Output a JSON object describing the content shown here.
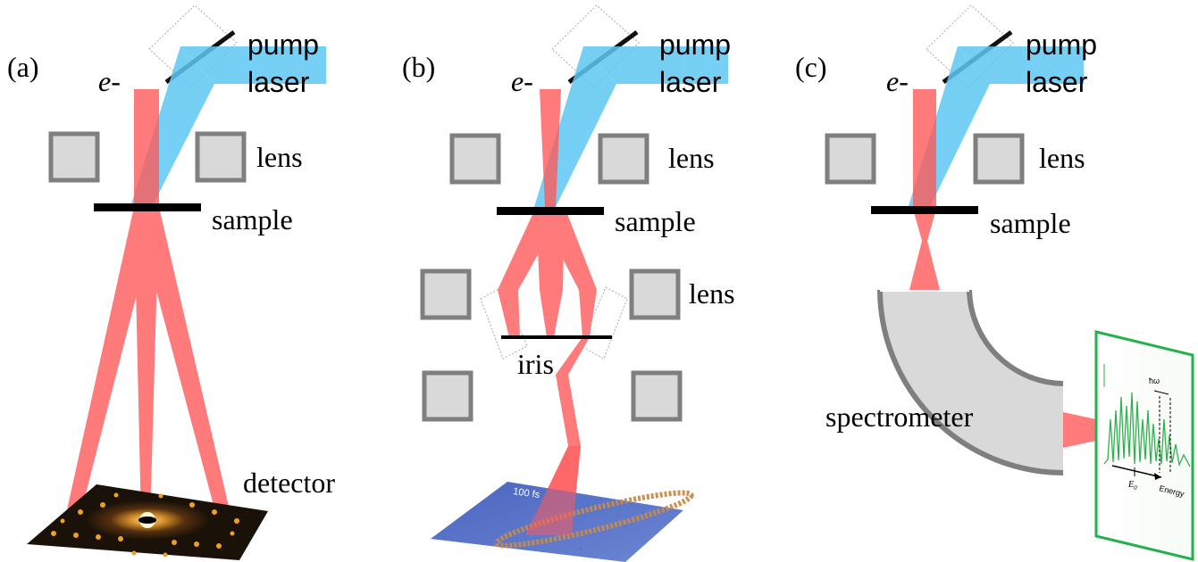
{
  "colors": {
    "electron_beam": "#ff5a5a",
    "laser_beam": "#5ec7f2",
    "lens_fill": "#d9d9d9",
    "lens_stroke": "#7f7f7f",
    "sample": "#000000",
    "spectrum_frame": "#22b14c",
    "spectrum_line": "#2eb24c",
    "diffraction_bg": "#1a1208",
    "diffraction_spot": "#f0a020",
    "image_bg": "#5a78c8"
  },
  "panels": [
    {
      "id": "a",
      "tag": "(a)",
      "electron": "e",
      "electron_suffix": "-",
      "pump_line1": "pump",
      "pump_line2": "laser",
      "lens": "lens",
      "sample": "sample",
      "detector": "detector"
    },
    {
      "id": "b",
      "tag": "(b)",
      "electron": "e",
      "electron_suffix": "-",
      "pump_line1": "pump",
      "pump_line2": "laser",
      "lens_upper": "lens",
      "sample": "sample",
      "lens_lower": "lens",
      "iris": "iris",
      "image_label": "100 fs"
    },
    {
      "id": "c",
      "tag": "(c)",
      "electron": "e",
      "electron_suffix": "-",
      "pump_line1": "pump",
      "pump_line2": "laser",
      "lens": "lens",
      "sample": "sample",
      "spectrometer": "spectrometer",
      "spectrum_hw": "ħω",
      "spectrum_e0": "E",
      "spectrum_e0_sub": "0",
      "spectrum_energy": "Energy"
    }
  ],
  "icons": {
    "mirror": "mirror-icon",
    "lens": "lens-icon",
    "detector": "detector-icon",
    "spectrometer": "spectrometer-icon"
  }
}
